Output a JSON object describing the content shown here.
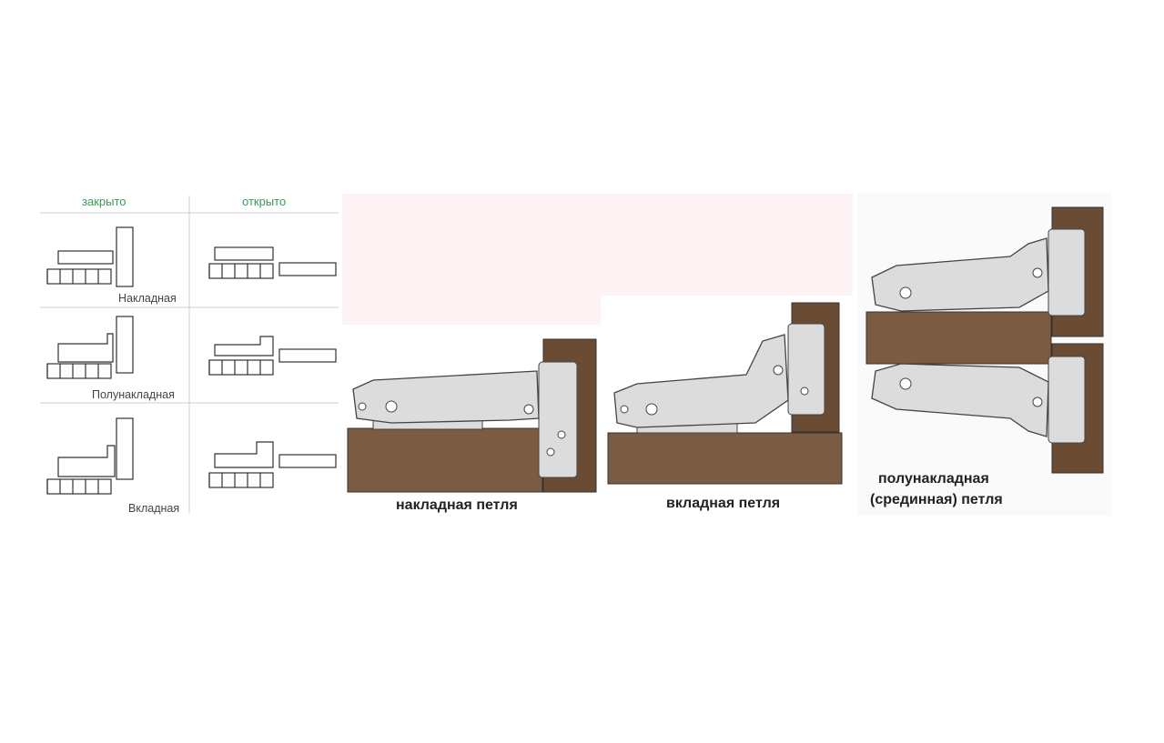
{
  "left_table": {
    "headers": {
      "closed": "закрыто",
      "open": "открыто"
    },
    "rows": [
      {
        "label": "Накладная"
      },
      {
        "label": "Полунакладная"
      },
      {
        "label": "Вкладная"
      }
    ]
  },
  "panels": [
    {
      "caption": "накладная петля"
    },
    {
      "caption": "вкладная петля"
    },
    {
      "caption_line1": "полунакладная",
      "caption_line2": "(срединная) петля"
    }
  ],
  "colors": {
    "wood": "#7b5c43",
    "wood_dark": "#6a4b34",
    "hinge": "#dcdcdc",
    "header_green": "#3a9a55",
    "pink_bg": "#fdf3f4"
  }
}
